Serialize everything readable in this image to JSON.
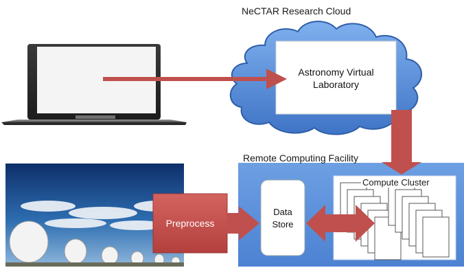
{
  "cloud": {
    "title": "NeCTAR Research Cloud",
    "box_label_line1": "Astronomy Virtual",
    "box_label_line2": "Laboratory"
  },
  "facility": {
    "title": "Remote Computing Facility",
    "data_store_line1": "Data",
    "data_store_line2": "Store",
    "cluster_label": "Compute Cluster"
  },
  "preprocess": {
    "label": "Preprocess"
  },
  "colors": {
    "arrow": "#c0504d",
    "cloud_fill": "#5b8fd8",
    "facility_fill": "#5b8fd8",
    "box_fill": "#ffffff"
  },
  "icons": [
    "laptop-icon",
    "radio-telescope-array-photo",
    "cloud-shape"
  ]
}
